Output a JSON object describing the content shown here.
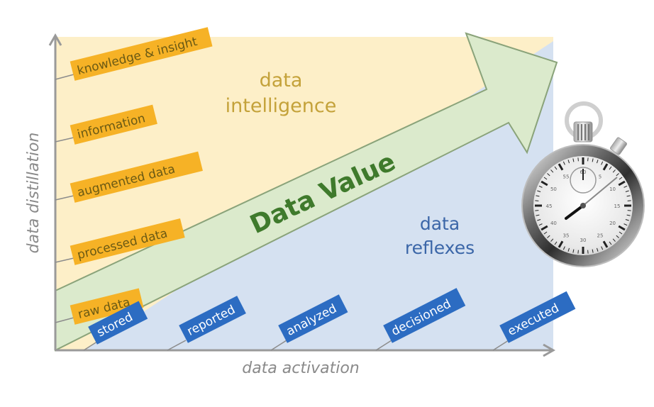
{
  "axes": {
    "y_label": "data distillation",
    "x_label": "data activation"
  },
  "regions": {
    "top": {
      "line1": "data",
      "line2": "intelligence"
    },
    "bottom": {
      "line1": "data",
      "line2": "reflexes"
    },
    "arrow_label": "Data Value"
  },
  "distillation_levels": [
    {
      "label": "raw data"
    },
    {
      "label": "processed data"
    },
    {
      "label": "augmented data"
    },
    {
      "label": "information"
    },
    {
      "label": "knowledge & insight"
    }
  ],
  "activation_stages": [
    {
      "label": "stored"
    },
    {
      "label": "reported"
    },
    {
      "label": "analyzed"
    },
    {
      "label": "decisioned"
    },
    {
      "label": "executed"
    }
  ],
  "stopwatch": {
    "dial_numbers": [
      "5",
      "10",
      "15",
      "20",
      "25",
      "30",
      "35",
      "40",
      "45",
      "50",
      "55",
      "60"
    ]
  },
  "colors": {
    "intelligence_bg": "#fdefc8",
    "reflexes_bg": "#d5e1f1",
    "arrow_fill": "#dbeacc",
    "arrow_stroke": "#8aa37a",
    "orange_tag": "#f6b226",
    "blue_tag": "#2c6cc2",
    "value_text": "#3f7a2c",
    "intelligence_text": "#c4a23a",
    "reflexes_text": "#3b66a8",
    "axis": "#9a9a9a"
  }
}
